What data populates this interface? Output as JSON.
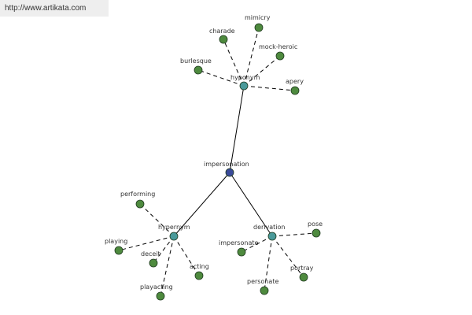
{
  "site": {
    "url": "http://www.artikata.com"
  },
  "colors": {
    "center": "#3a4a9a",
    "relation": "#4a9a9a",
    "leaf": "#4e8a3e"
  },
  "graph": {
    "center": {
      "id": "impersonation",
      "label": "impersonation"
    },
    "relations": [
      {
        "id": "hyponym",
        "label": "hyponym",
        "leaves": [
          {
            "id": "charade",
            "label": "charade"
          },
          {
            "id": "mimicry",
            "label": "mimicry"
          },
          {
            "id": "mock-heroic",
            "label": "mock-heroic"
          },
          {
            "id": "burlesque",
            "label": "burlesque"
          },
          {
            "id": "apery",
            "label": "apery"
          }
        ]
      },
      {
        "id": "hypernym",
        "label": "hypernym",
        "leaves": [
          {
            "id": "performing",
            "label": "performing"
          },
          {
            "id": "playing",
            "label": "playing"
          },
          {
            "id": "deceit",
            "label": "deceit"
          },
          {
            "id": "acting",
            "label": "acting"
          },
          {
            "id": "playacting",
            "label": "playacting"
          }
        ]
      },
      {
        "id": "derivation",
        "label": "derivation",
        "leaves": [
          {
            "id": "pose",
            "label": "pose"
          },
          {
            "id": "impersonate",
            "label": "impersonate"
          },
          {
            "id": "portray",
            "label": "portray"
          },
          {
            "id": "personate",
            "label": "personate"
          }
        ]
      }
    ]
  }
}
